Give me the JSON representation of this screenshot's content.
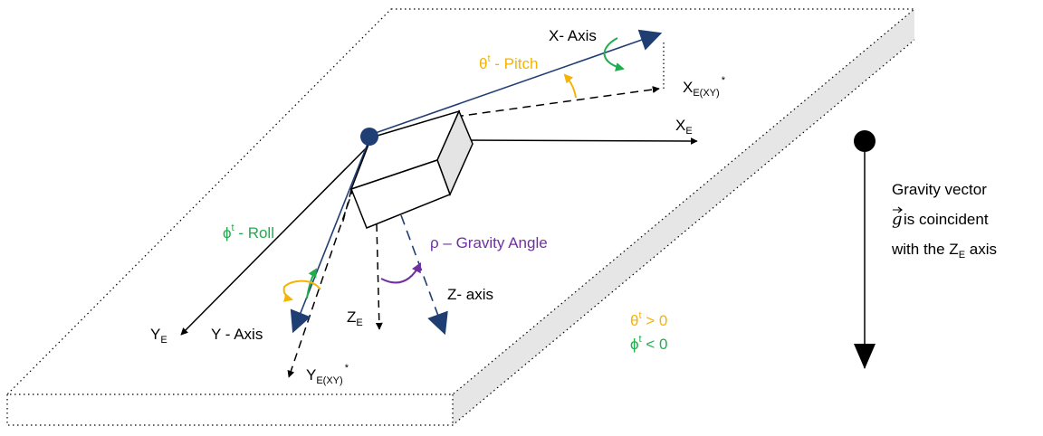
{
  "colors": {
    "blue": "#1f3e73",
    "black": "#000000",
    "pitch": "#f5b400",
    "roll": "#1fae4b",
    "gravity": "#7030a0",
    "slab_side": "#e6e6e6",
    "box_side": "#e4e4e4"
  },
  "labels": {
    "x_axis": "X- Axis",
    "y_axis": "Y - Axis",
    "z_axis": "Z- axis",
    "pitch_symbol": "θ",
    "pitch_sup": "t",
    "pitch_text": " - Pitch",
    "roll_symbol": "ϕ",
    "roll_sup": "t",
    "roll_text": " - Roll",
    "gravity_angle": "ρ – Gravity Angle",
    "xe_base": "X",
    "xe_sub": "E",
    "ye_base": "Y",
    "ye_sub": "E",
    "ze_base": "Z",
    "ze_sub": "E",
    "xexy_base": "X",
    "xexy_sub": "E(XY)",
    "xexy_sup": "*",
    "yexy_base": "Y",
    "yexy_sub": "E(XY)",
    "yexy_sup": "*",
    "cond_theta_symbol": "θ",
    "cond_theta_sup": "t",
    "cond_theta_rest": " > 0",
    "cond_phi_symbol": "ϕ",
    "cond_phi_sup": "t",
    "cond_phi_rest": " < 0"
  },
  "gravity_note": {
    "line1": "Gravity vector",
    "g_symbol": "g",
    "line2_rest": " is coincident",
    "line3_prefix": "with the Z",
    "line3_sub": "E",
    "line3_suffix": " axis"
  }
}
